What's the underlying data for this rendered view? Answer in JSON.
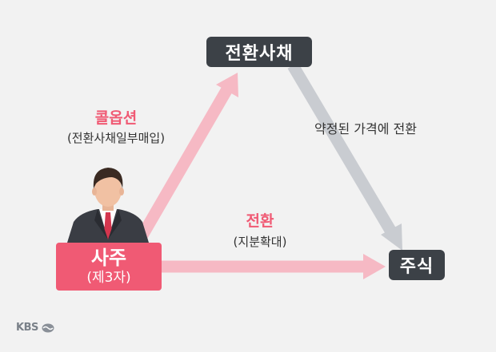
{
  "nodes": {
    "bond": "전환사채",
    "stock": "주식",
    "owner_title": "사주",
    "owner_sub": "(제3자)"
  },
  "edges": {
    "call_option_title": "콜옵션",
    "call_option_sub": "(전환사채일부매입)",
    "conversion_title": "전환",
    "conversion_sub": "(지분확대)",
    "bond_to_stock": "약정된 가격에 전환"
  },
  "logo": {
    "text": "KBS"
  },
  "colors": {
    "dark_box": "#3c4147",
    "accent": "#f05a74",
    "pink_arrow": "#f6b9c4",
    "gray_arrow": "#c9ccd1",
    "background": "#f2f2f2"
  }
}
